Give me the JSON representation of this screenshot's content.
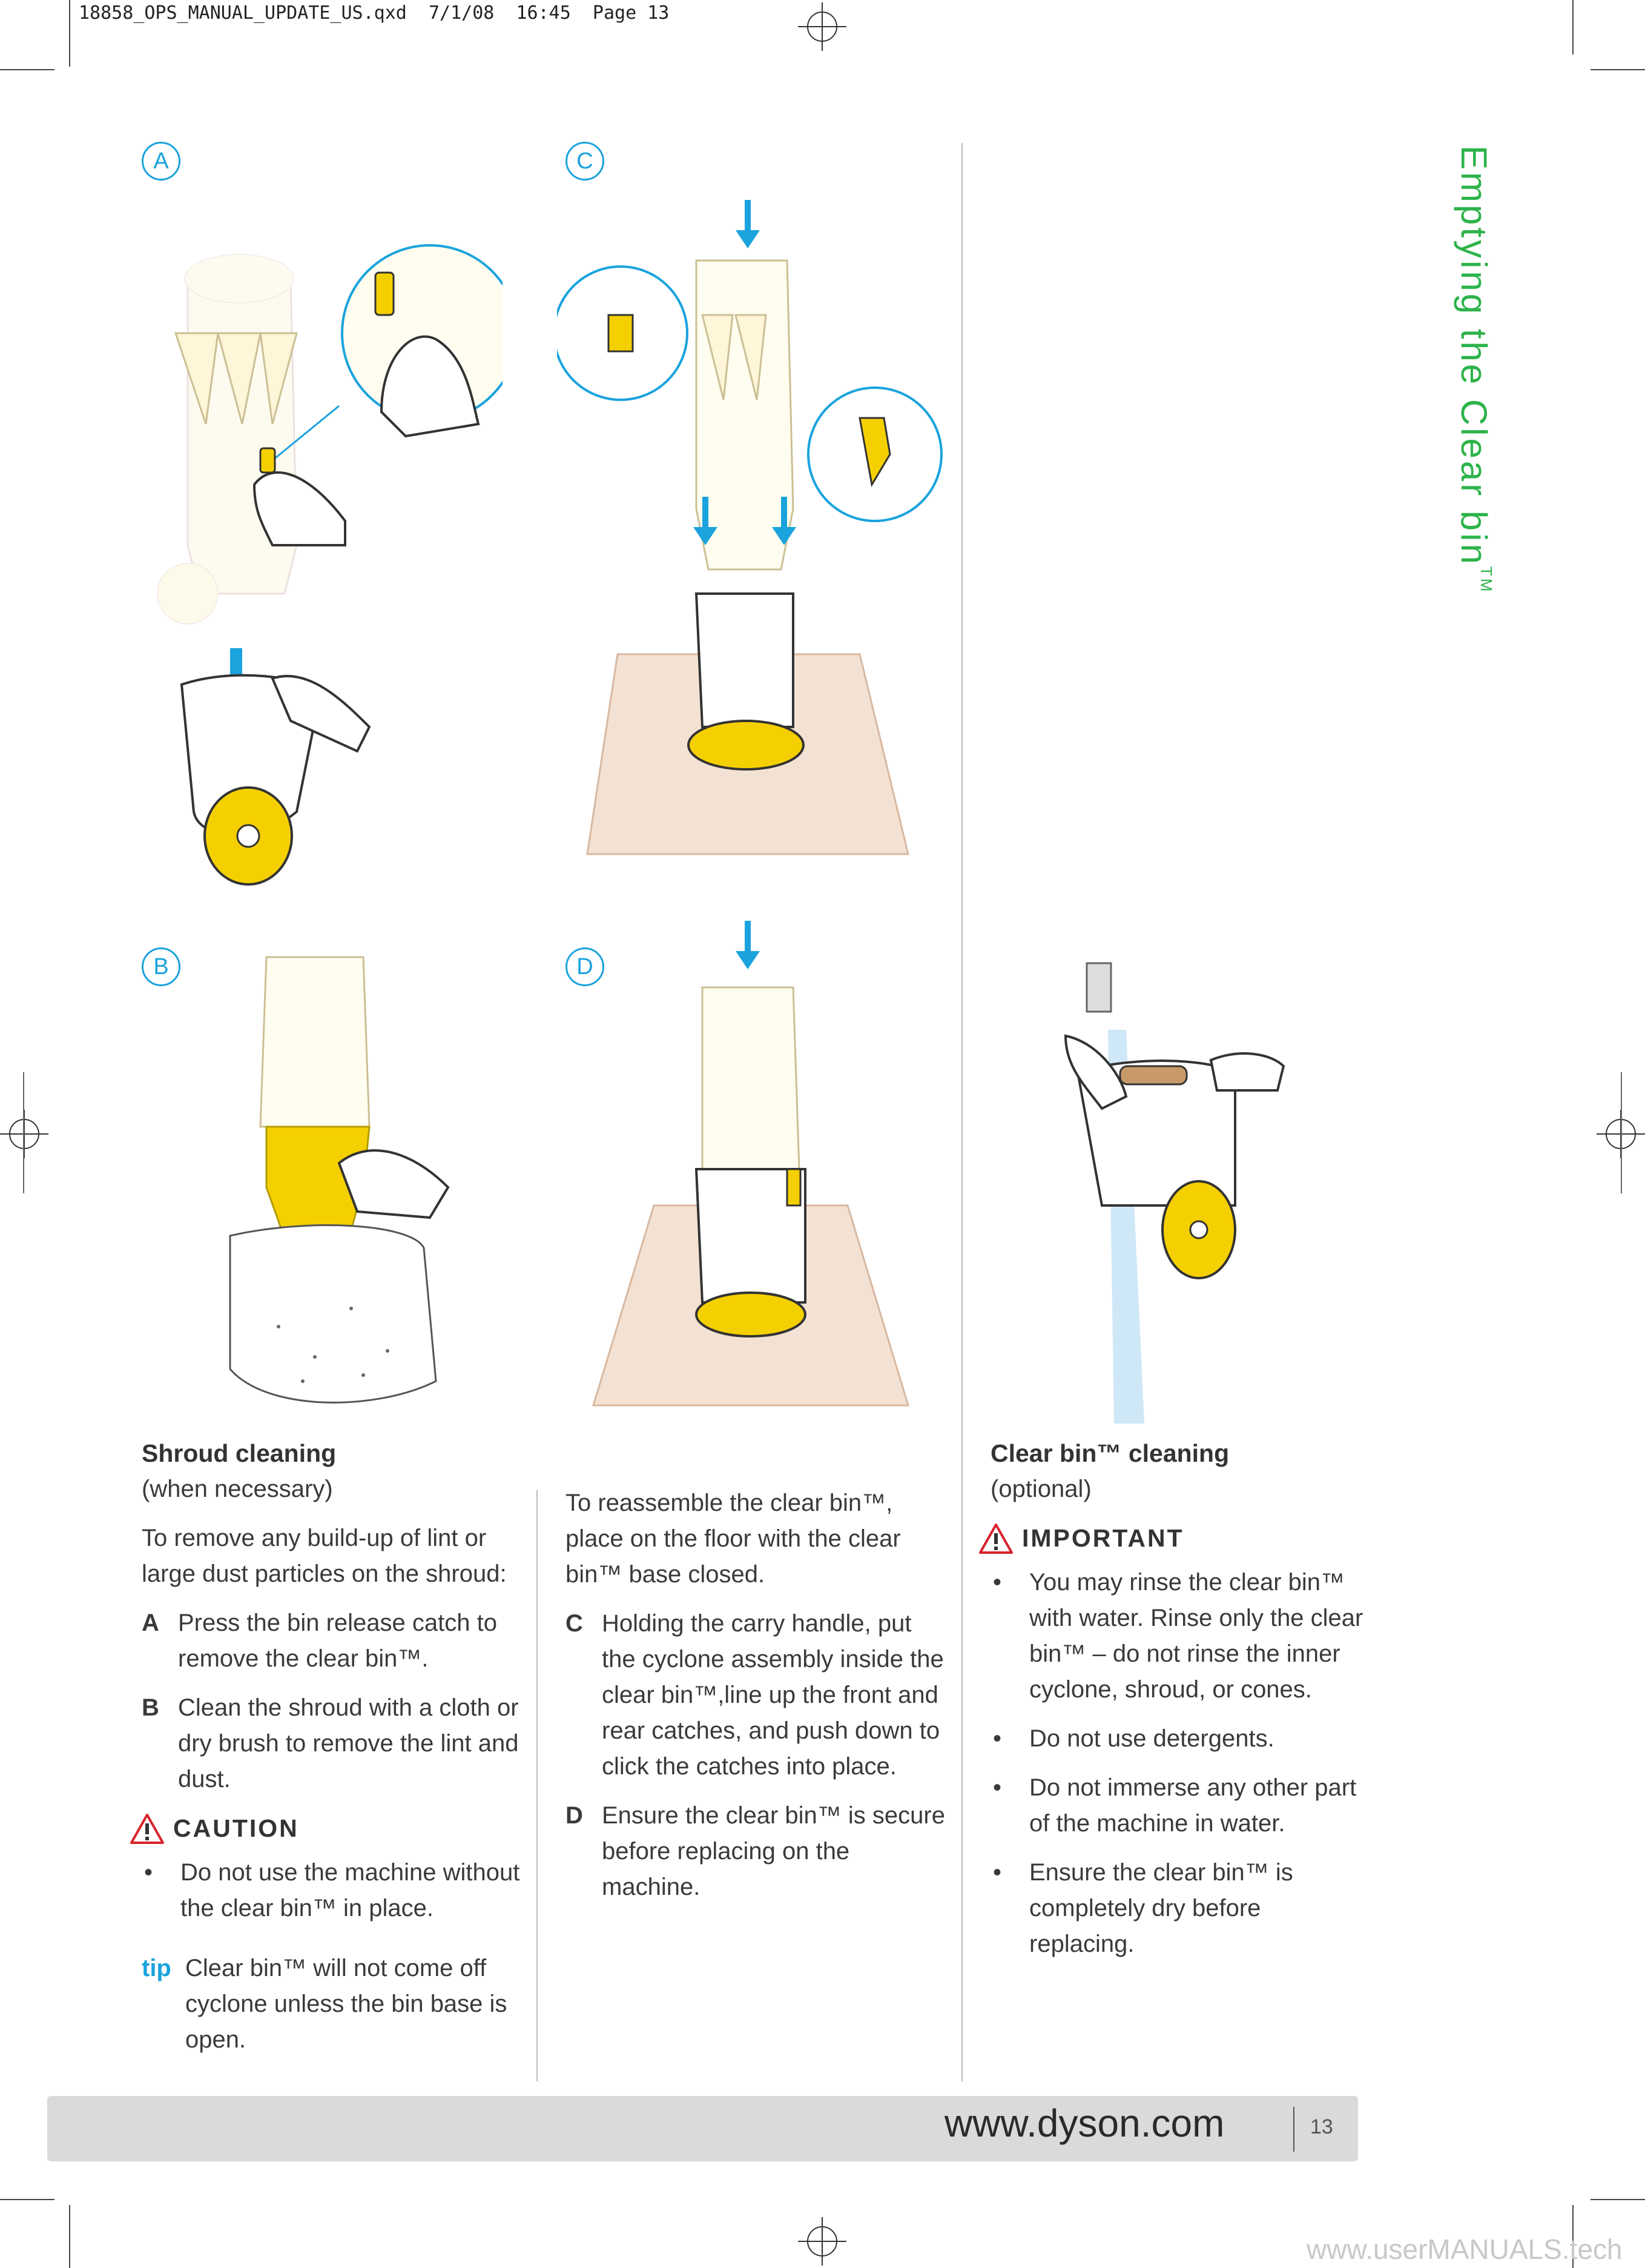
{
  "header": {
    "slug": "18858_OPS_MANUAL_UPDATE_US.qxd  7/1/08  16:45  Page 13"
  },
  "side_title": {
    "text": "Emptying the Clear bin",
    "tm": "TM"
  },
  "steps": {
    "a": "A",
    "b": "B",
    "c": "C",
    "d": "D"
  },
  "shroud": {
    "title": "Shroud cleaning",
    "subtitle": "(when necessary)",
    "intro": "To remove any build-up of lint or large dust particles on the shroud:",
    "steps": [
      {
        "key": "A",
        "text": "Press the bin release catch to remove the clear bin™."
      },
      {
        "key": "B",
        "text": "Clean the shroud with a cloth or dry brush to remove the lint and dust."
      }
    ],
    "caution": "CAUTION",
    "bullets": [
      "Do not use the machine without the clear bin™ in place."
    ],
    "tip_label": "tip",
    "tip_text": "Clear bin™ will not come off cyclone unless the bin base is open."
  },
  "reassemble": {
    "intro": "To reassemble the clear bin™, place on the floor with the clear bin™ base closed.",
    "steps": [
      {
        "key": "C",
        "text": "Holding the carry handle, put the cyclone assembly inside the clear bin™,line up the front and rear catches, and push down to click the catches into place."
      },
      {
        "key": "D",
        "text": "Ensure the clear bin™ is secure before replacing on the machine."
      }
    ]
  },
  "clearbin": {
    "title": "Clear bin™ cleaning",
    "subtitle": "(optional)",
    "important": "IMPORTANT",
    "bullets": [
      "You may rinse the clear bin™ with water. Rinse only the clear bin™ – do not rinse the inner cyclone, shroud, or cones.",
      "Do not use detergents.",
      "Do not immerse any other part of the machine in water.",
      "Ensure the clear bin™ is completely dry before replacing."
    ]
  },
  "footer": {
    "url": "www.dyson.com",
    "page": "13"
  },
  "watermark": "www.userMANUALS.tech",
  "colors": {
    "accent_blue": "#1aa3dd",
    "title_green": "#2db34a",
    "yellow": "#f5d000",
    "floor": "#f3e2d3",
    "warning_red": "#d9222a"
  }
}
